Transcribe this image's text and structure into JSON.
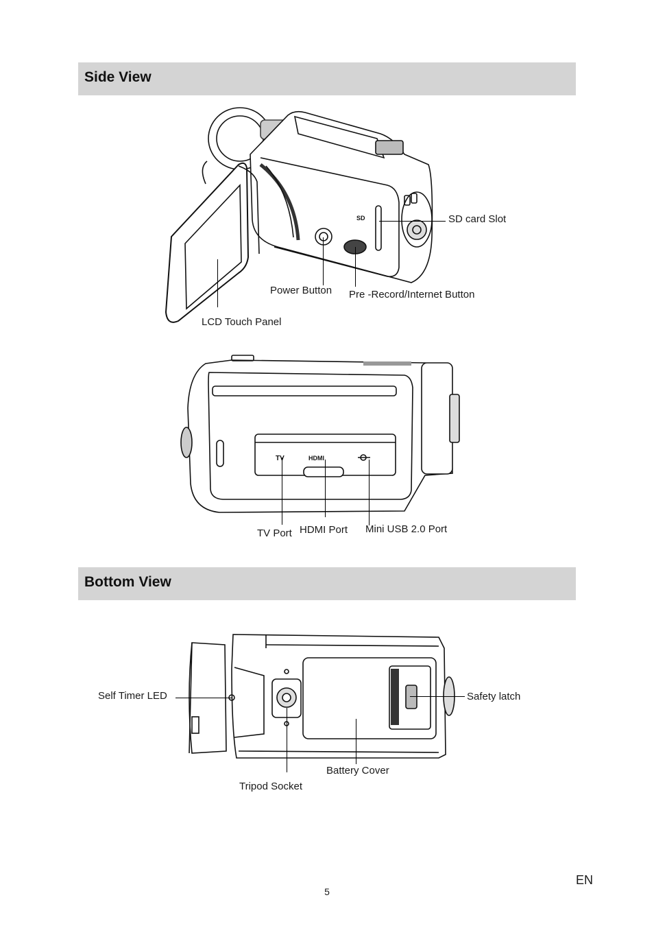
{
  "sections": {
    "side": {
      "title": "Side View"
    },
    "bottom": {
      "title": "Bottom View"
    }
  },
  "side_top": {
    "sd_marking": "SD",
    "labels": {
      "sd_card_slot": "SD card Slot",
      "power_button": "Power Button",
      "pre_record": "Pre -Record/Internet Button",
      "lcd_panel": "LCD Touch Panel"
    }
  },
  "side_ports": {
    "port_markings": {
      "tv": "TV",
      "hdmi": "HDMI"
    },
    "labels": {
      "tv_port": "TV Port",
      "hdmi_port": "HDMI Port",
      "usb_port": "Mini USB 2.0 Port"
    }
  },
  "bottom": {
    "labels": {
      "self_timer_led": "Self Timer LED",
      "safety_latch": "Safety latch",
      "battery_cover": "Battery Cover",
      "tripod_socket": "Tripod Socket"
    }
  },
  "footer": {
    "page_number": "5",
    "language": "EN"
  }
}
